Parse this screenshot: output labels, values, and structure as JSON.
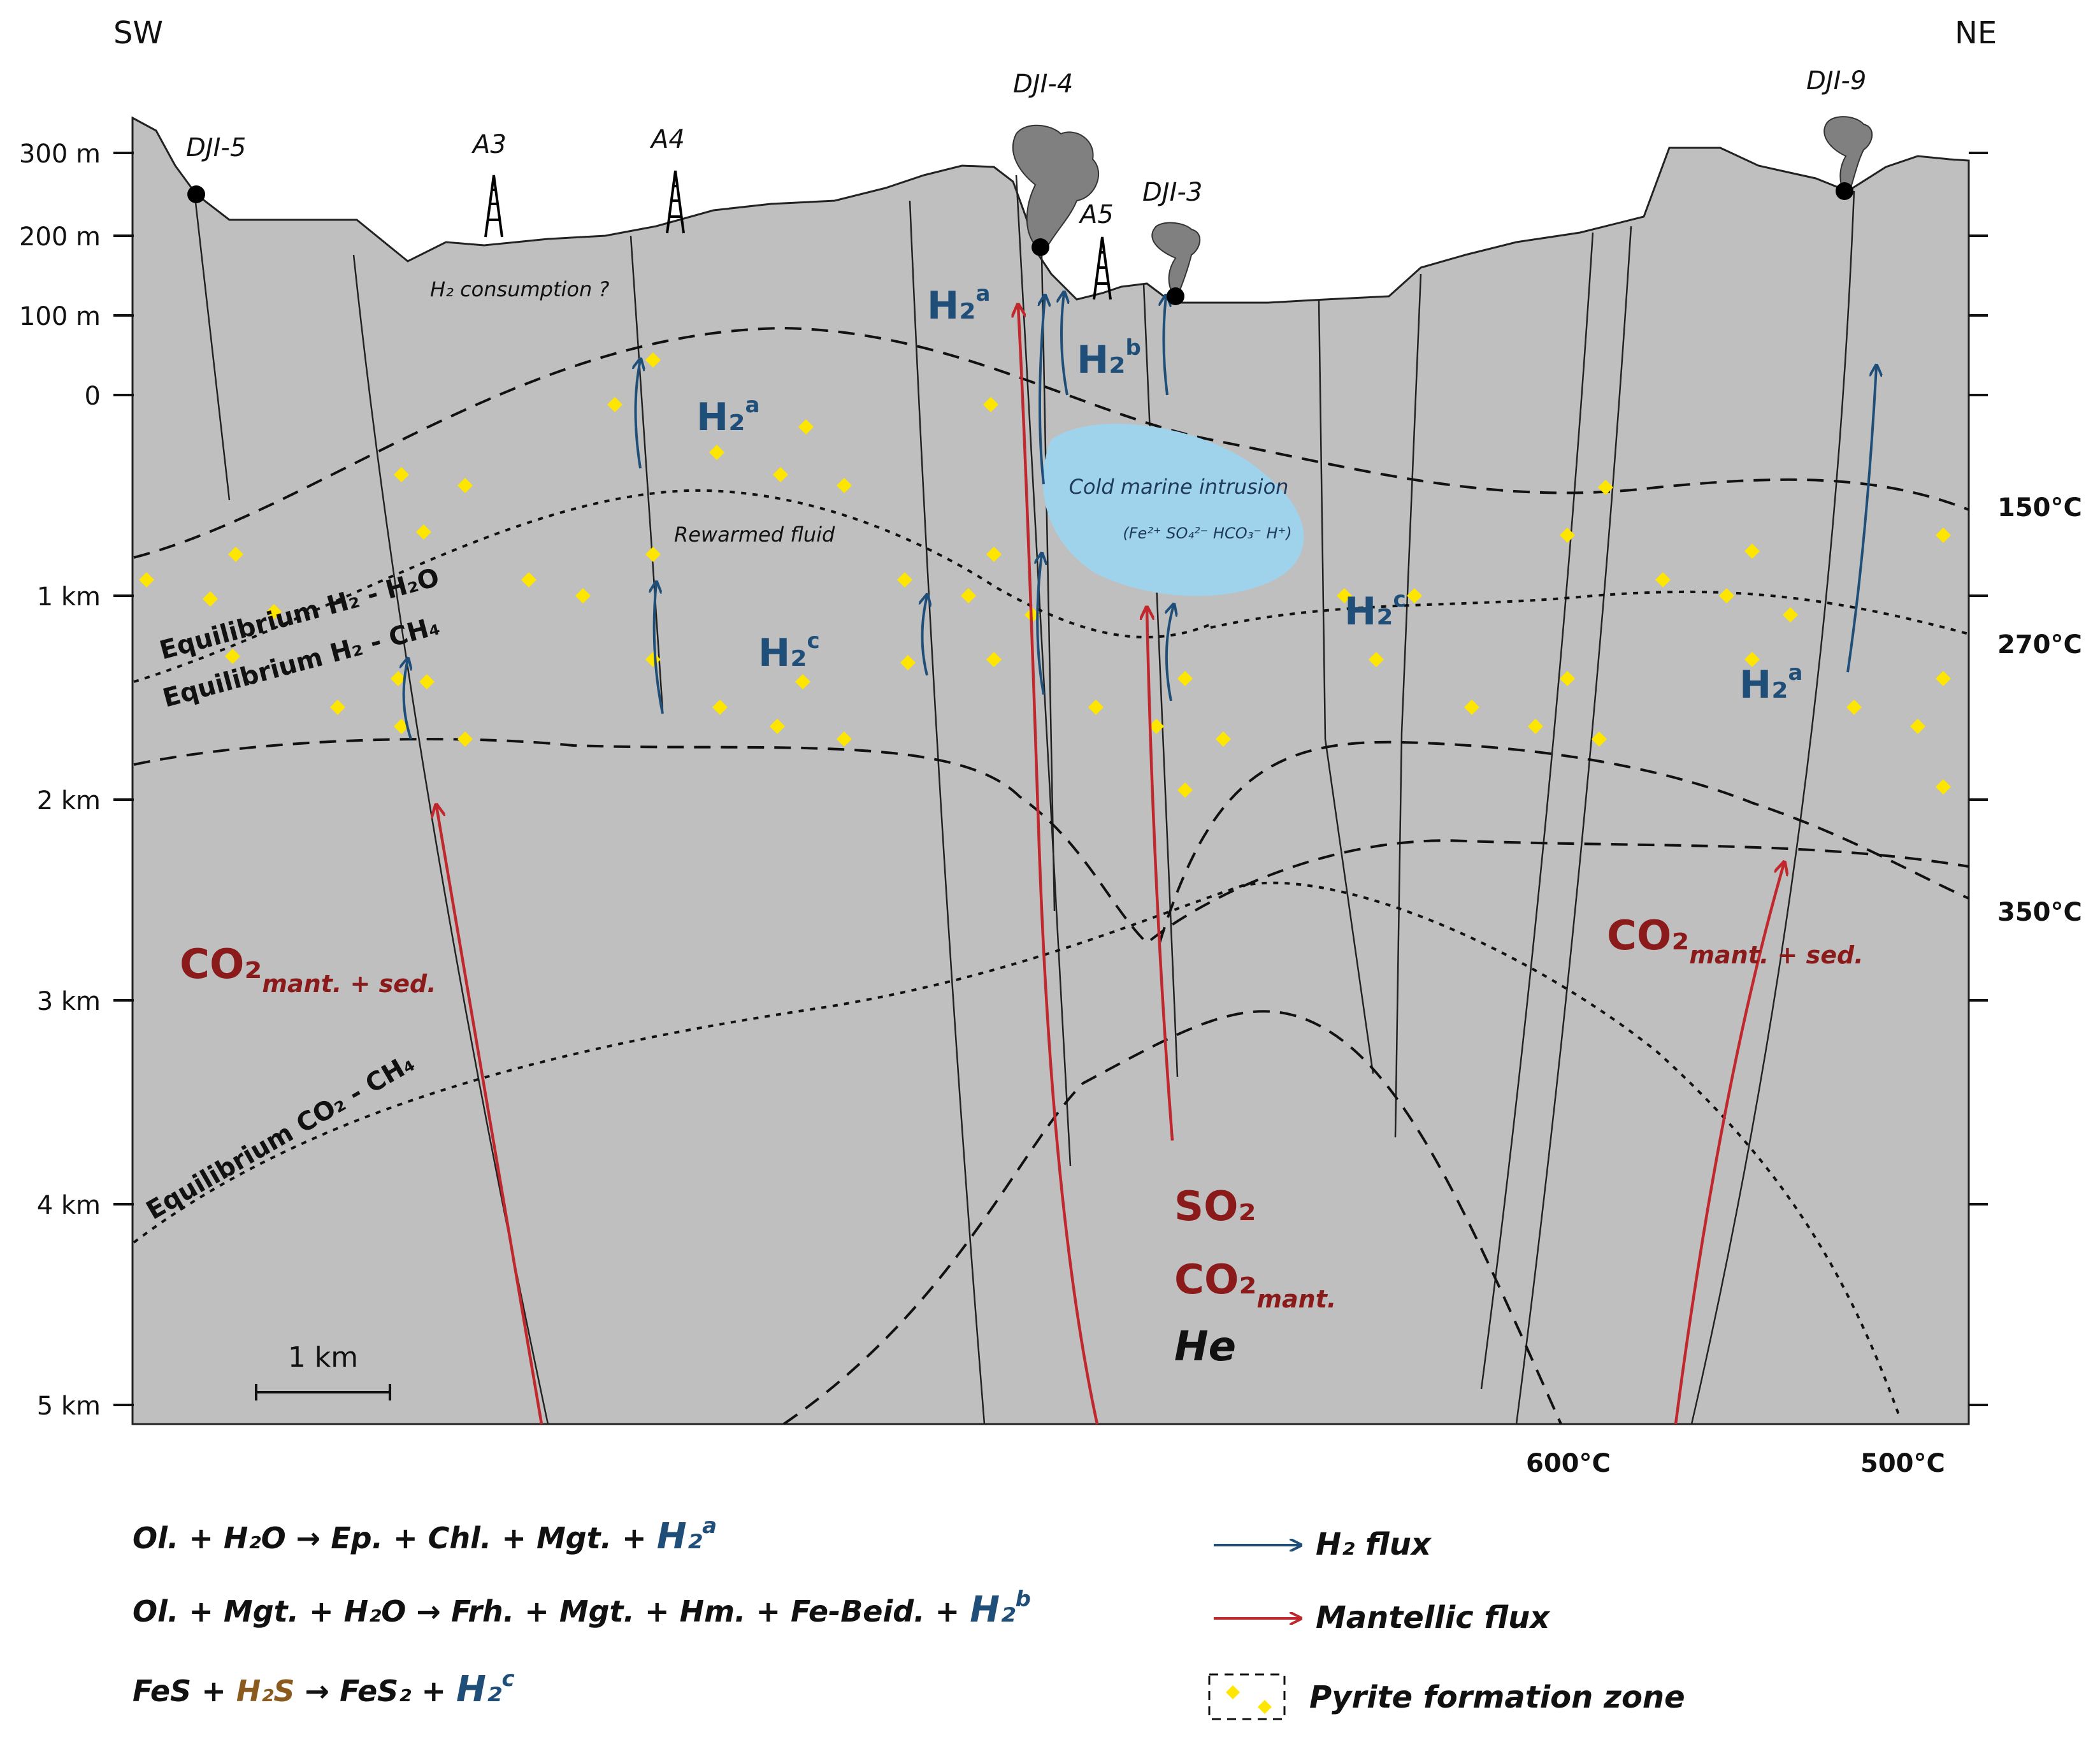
{
  "orientation": {
    "left": "SW",
    "right": "NE"
  },
  "depth_ticks": [
    "300 m",
    "200 m",
    "100 m",
    "0",
    "1 km",
    "2 km",
    "3 km",
    "4 km",
    "5 km"
  ],
  "temperature_labels": [
    "150°C",
    "270°C",
    "350°C",
    "600°C",
    "500°C"
  ],
  "wells": [
    "DJI-5",
    "A3",
    "A4",
    "DJI-4",
    "A5",
    "DJI-3",
    "DJI-9"
  ],
  "annotations": {
    "h2_consumption": "H₂ consumption ?",
    "rewarmed_fluid": "Rewarmed fluid",
    "cold_intrusion_title": "Cold marine intrusion",
    "cold_intrusion_ions": "(Fe²⁺  SO₄²⁻  HCO₃⁻  H⁺)",
    "eq_h2_h2o": "Equilibrium H₂ - H₂O",
    "eq_h2_ch4": "Equilibrium H₂ - CH₄",
    "eq_co2_ch4": "Equilibrium CO₂ - CH₄"
  },
  "h2_labels": [
    {
      "base": "H₂",
      "sup": "a"
    },
    {
      "base": "H₂",
      "sup": "b"
    },
    {
      "base": "H₂",
      "sup": "a"
    },
    {
      "base": "H₂",
      "sup": "c"
    },
    {
      "base": "H₂",
      "sup": "c"
    },
    {
      "base": "H₂",
      "sup": "a"
    }
  ],
  "gas_labels": {
    "co2_left_base": "CO₂",
    "co2_left_sub": "mant. + sed.",
    "co2_right_base": "CO₂",
    "co2_right_sub": "mant. + sed.",
    "so2": "SO₂",
    "co2_center_base": "CO₂",
    "co2_center_sub": "mant.",
    "he": "He"
  },
  "scale_bar": "1 km",
  "reactions": [
    {
      "text": "Ol. + H₂O → Ep. + Chl. + Mgt. + ",
      "h2": "H₂",
      "sup": "a"
    },
    {
      "text": "Ol. + Mgt. + H₂O → Frh. + Mgt. + Hm. + Fe-Beid. + ",
      "h2": "H₂",
      "sup": "b"
    },
    {
      "pre": "FeS + ",
      "h2s": "H₂S",
      "post": " → FeS₂ + ",
      "h2": "H₂",
      "sup": "c"
    }
  ],
  "legend": {
    "h2_flux": "H₂ flux",
    "mantellic_flux": "Mantellic flux",
    "pyrite_zone": "Pyrite formation zone"
  },
  "colors": {
    "section_fill": "#bfbfbf",
    "h2_blue": "#1f4e79",
    "mantellic_red": "#c0282d",
    "dark_red": "#8b1a1a",
    "pyrite_yellow": "#ffe600",
    "cold_intrusion": "#9fd3ec",
    "h2s_brown": "#8b5a1e"
  }
}
